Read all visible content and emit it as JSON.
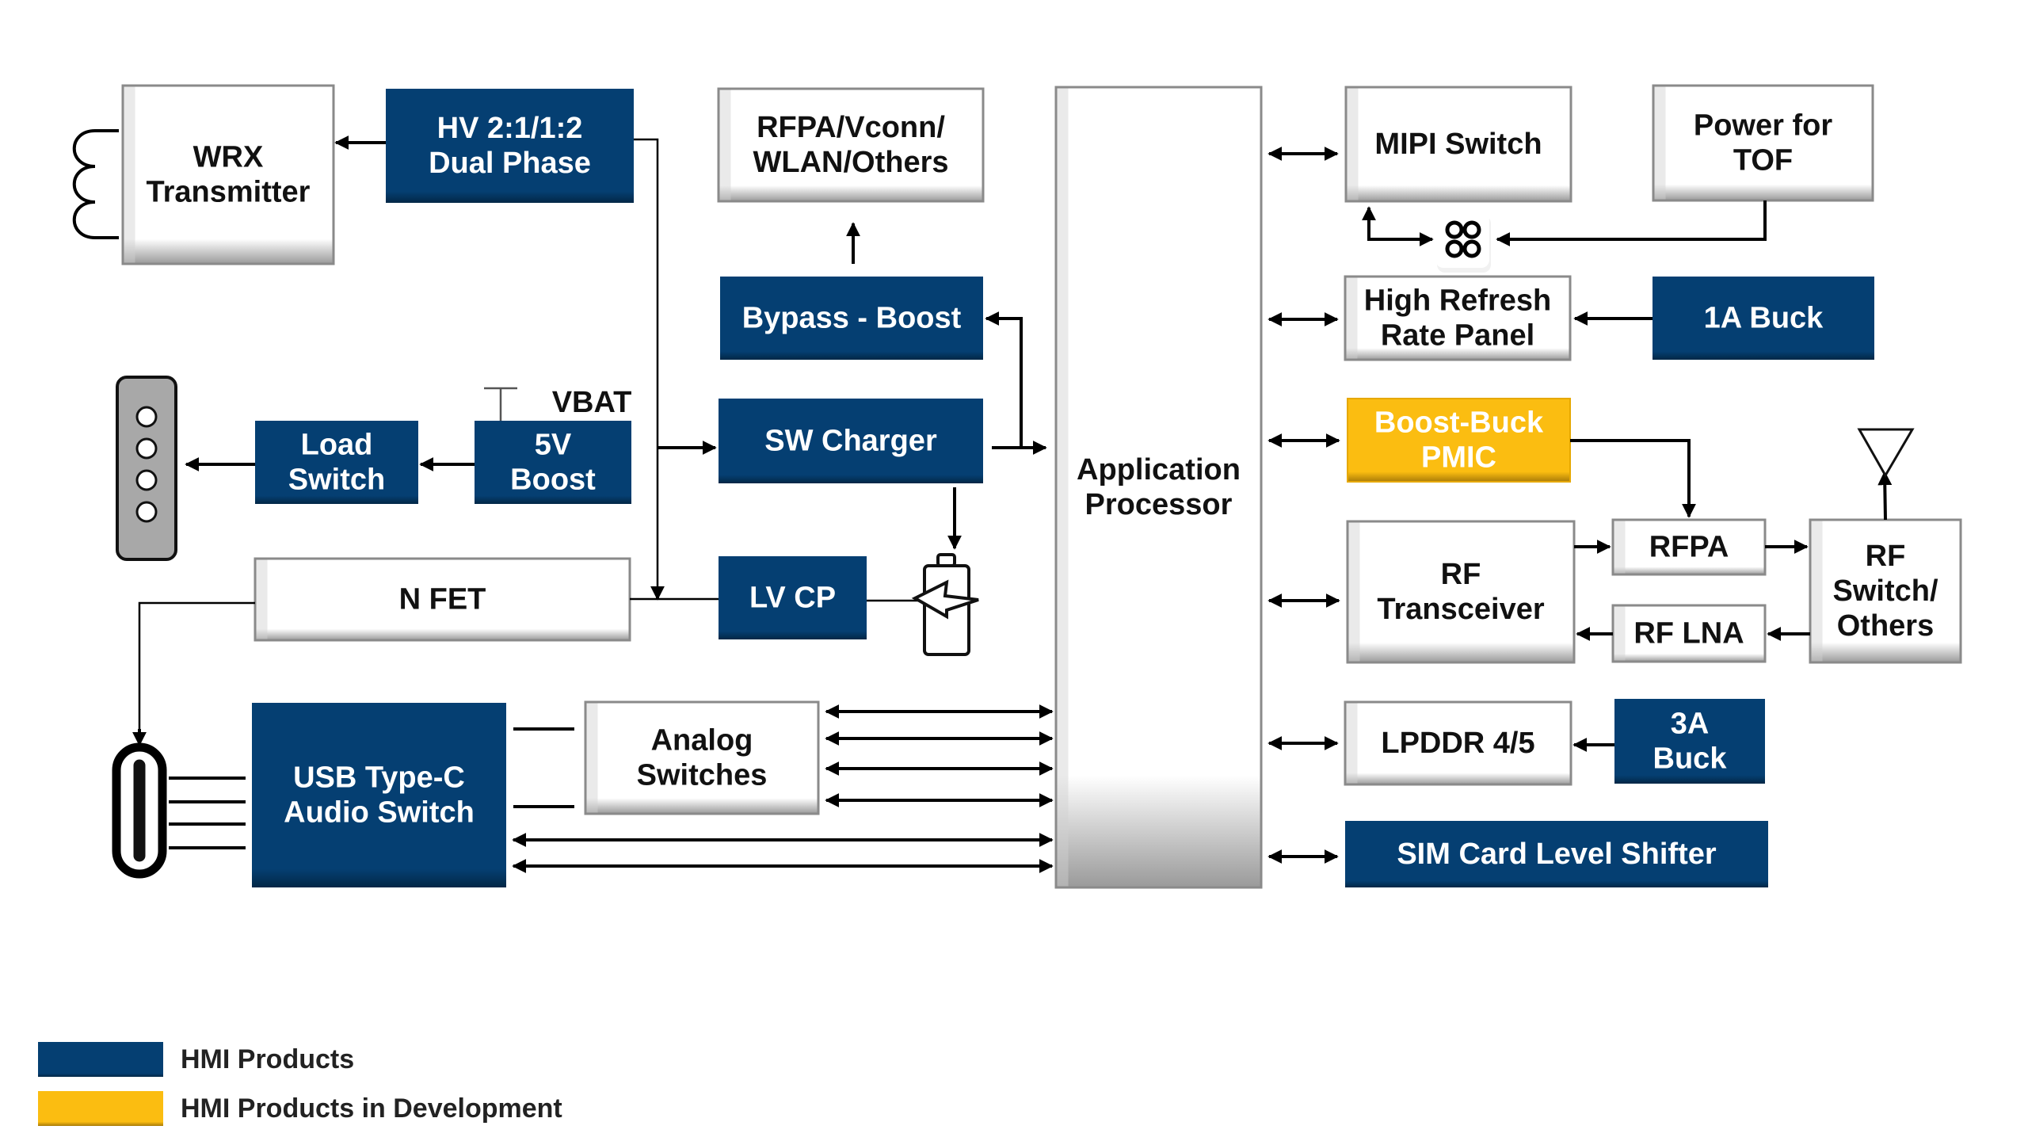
{
  "colors": {
    "hmi_product": "#053f72",
    "hmi_in_development": "#fbbd11",
    "third_party": "#ffffff",
    "wire": "#000000"
  },
  "blocks": {
    "wrx": {
      "lines": [
        "WRX",
        "Transmitter"
      ],
      "kind": "third_party"
    },
    "hv": {
      "lines": [
        "HV 2:1/1:2",
        "Dual Phase"
      ],
      "kind": "hmi_product"
    },
    "rfpa_vconn": {
      "lines": [
        "RFPA/Vconn/",
        "WLAN/Others"
      ],
      "kind": "third_party"
    },
    "ap": {
      "lines": [
        "Application",
        "Processor"
      ],
      "kind": "third_party"
    },
    "mipi": {
      "lines": [
        "MIPI Switch"
      ],
      "kind": "third_party"
    },
    "tof": {
      "lines": [
        "Power for",
        "TOF"
      ],
      "kind": "third_party"
    },
    "bypass": {
      "lines": [
        "Bypass - Boost"
      ],
      "kind": "hmi_product"
    },
    "refresh": {
      "lines": [
        "High Refresh",
        "Rate Panel"
      ],
      "kind": "third_party"
    },
    "buck1a": {
      "lines": [
        "1A Buck"
      ],
      "kind": "hmi_product"
    },
    "load": {
      "lines": [
        "Load",
        "Switch"
      ],
      "kind": "hmi_product"
    },
    "boost5v": {
      "lines": [
        "5V",
        "Boost"
      ],
      "kind": "hmi_product"
    },
    "charger": {
      "lines": [
        "SW Charger"
      ],
      "kind": "hmi_product"
    },
    "pmic": {
      "lines": [
        "Boost-Buck",
        "PMIC"
      ],
      "kind": "hmi_in_development"
    },
    "nfet": {
      "lines": [
        "N FET"
      ],
      "kind": "third_party"
    },
    "lvcp": {
      "lines": [
        "LV CP"
      ],
      "kind": "hmi_product"
    },
    "rftrx": {
      "lines": [
        "RF",
        "Transceiver"
      ],
      "kind": "third_party"
    },
    "rfpa": {
      "lines": [
        "RFPA"
      ],
      "kind": "third_party"
    },
    "rflna": {
      "lines": [
        "RF LNA"
      ],
      "kind": "third_party"
    },
    "rfsw": {
      "lines": [
        "RF",
        "Switch/",
        "Others"
      ],
      "kind": "third_party"
    },
    "usb": {
      "lines": [
        "USB Type-C",
        "Audio Switch"
      ],
      "kind": "hmi_product"
    },
    "analog": {
      "lines": [
        "Analog",
        "Switches"
      ],
      "kind": "third_party"
    },
    "lpddr": {
      "lines": [
        "LPDDR 4/5"
      ],
      "kind": "third_party"
    },
    "buck3a": {
      "lines": [
        "3A",
        "Buck"
      ],
      "kind": "hmi_product"
    },
    "sim": {
      "lines": [
        "SIM Card Level Shifter"
      ],
      "kind": "hmi_product"
    }
  },
  "labels": {
    "vbat": "VBAT"
  },
  "icons": {
    "coil": "inductor-coil-icon",
    "sd_card": "sd-card-slot-icon",
    "battery": "battery-charging-icon",
    "usb_port": "usb-c-port-icon",
    "camera": "camera-sensor-icon",
    "antenna": "antenna-icon",
    "vbat_terminal": "vbat-terminal-icon"
  },
  "legend": [
    {
      "label": "HMI Products",
      "kind": "hmi_product"
    },
    {
      "label": "HMI Products in Development",
      "kind": "hmi_in_development"
    }
  ]
}
